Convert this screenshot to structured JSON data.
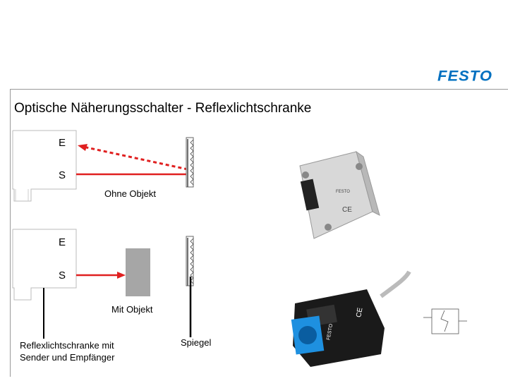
{
  "header": {
    "logo_text": "FESTO"
  },
  "slide": {
    "title": "Optische Näherungsschalter - Reflexlichtschranke"
  },
  "diagram_top": {
    "receiver_label": "E",
    "sender_label": "S",
    "caption": "Ohne Objekt"
  },
  "diagram_bottom": {
    "receiver_label": "E",
    "sender_label": "S",
    "caption": "Mit Objekt"
  },
  "annotations": {
    "sensor_label": "Reflexlichtschranke mit\nSender und Empfänger",
    "mirror_label": "Spiegel"
  },
  "colors": {
    "beam": "#e02020",
    "object": "#a6a6a6",
    "logo": "#0070c0",
    "frame": "#999999"
  }
}
